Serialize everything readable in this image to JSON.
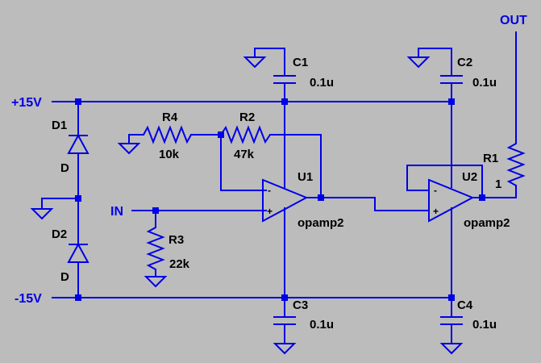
{
  "colors": {
    "background": "#bcbcbc",
    "wire": "#0000e6",
    "label": "#000000",
    "net_label": "#0000e6"
  },
  "nets": {
    "pos_supply": "+15V",
    "neg_supply": "-15V",
    "input": "IN",
    "output": "OUT"
  },
  "components": {
    "C1": {
      "name": "C1",
      "value": "0.1u"
    },
    "C2": {
      "name": "C2",
      "value": "0.1u"
    },
    "C3": {
      "name": "C3",
      "value": "0.1u"
    },
    "C4": {
      "name": "C4",
      "value": "0.1u"
    },
    "R1": {
      "name": "R1",
      "value": "1"
    },
    "R2": {
      "name": "R2",
      "value": "47k"
    },
    "R3": {
      "name": "R3",
      "value": "22k"
    },
    "R4": {
      "name": "R4",
      "value": "10k"
    },
    "D1": {
      "name": "D1",
      "value": "D"
    },
    "D2": {
      "name": "D2",
      "value": "D"
    },
    "U1": {
      "name": "U1",
      "value": "opamp2"
    },
    "U2": {
      "name": "U2",
      "value": "opamp2"
    }
  },
  "pin_marks": {
    "inverting": "-",
    "non_inverting": "+"
  }
}
